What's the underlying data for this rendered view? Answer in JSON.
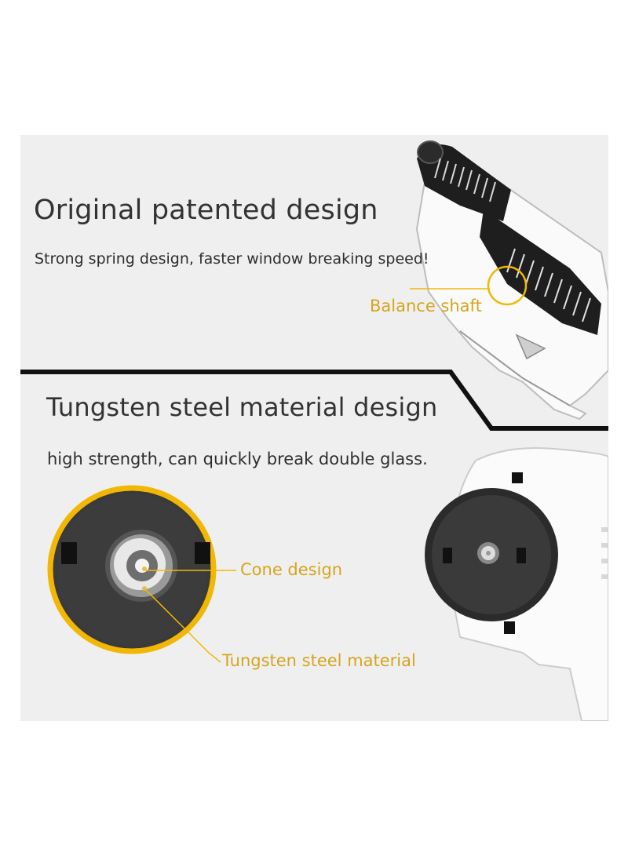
{
  "top_section": {
    "title": "Original patented design",
    "subtitle": "Strong spring design, faster window breaking speed!",
    "callout": "Balance shaft"
  },
  "bottom_section": {
    "title": "Tungsten steel material design",
    "subtitle": "high strength, can quickly break double glass.",
    "callouts": [
      "Cone design",
      "Tungsten steel material"
    ]
  },
  "colors": {
    "background": "#efefef",
    "accent": "#f2b705",
    "callout_text": "#d6a51e",
    "dark": "#2b2b2b"
  }
}
